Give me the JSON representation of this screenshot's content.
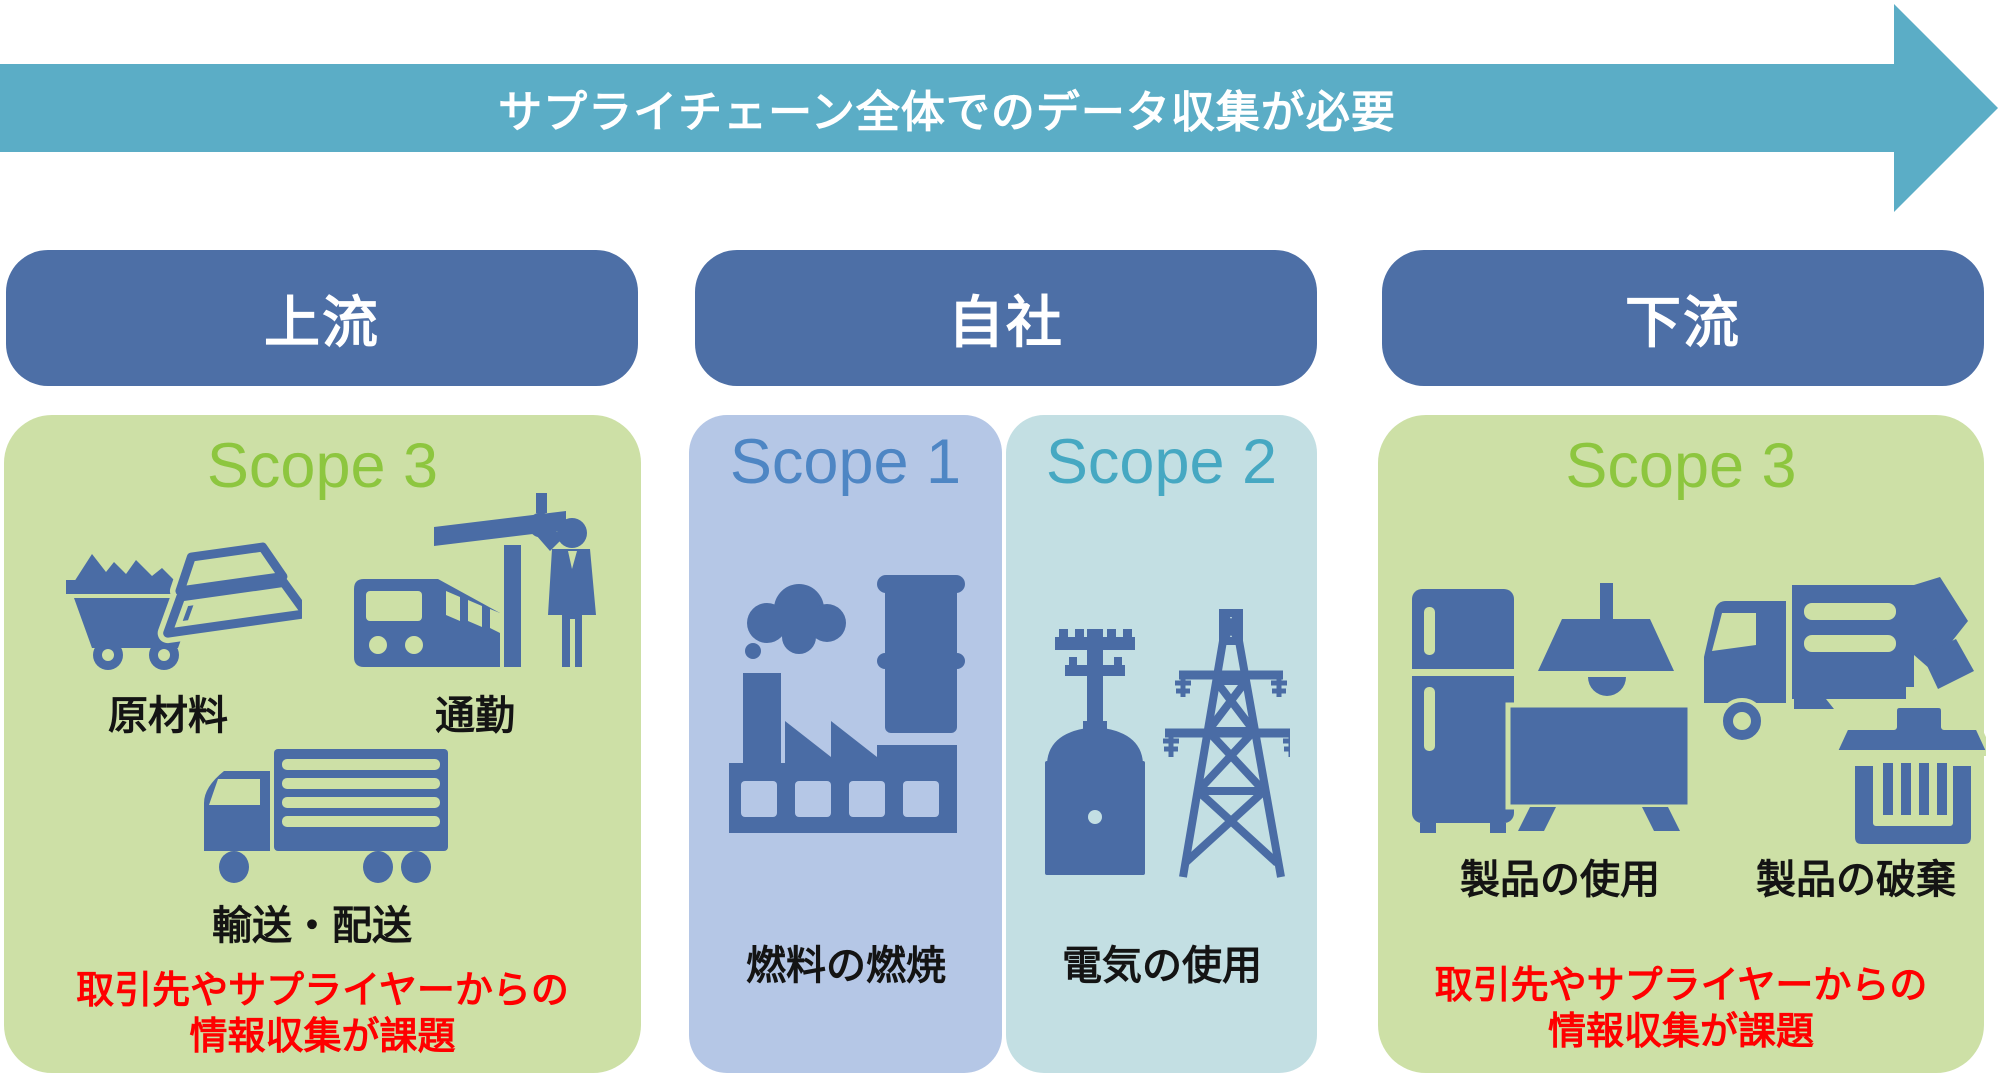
{
  "arrow": {
    "label": "サプライチェーン全体でのデータ収集が必要",
    "color": "#5badc6"
  },
  "headers": {
    "upstream": "上流",
    "company": "自社",
    "downstream": "下流",
    "color": "#4d6fa6"
  },
  "upstream": {
    "scope_title": "Scope 3",
    "scope_title_color": "#8dc63f",
    "background": "#cde0a6",
    "items": [
      {
        "label": "原材料",
        "icon": "mine-cart-ingots-icon"
      },
      {
        "label": "通勤",
        "icon": "bus-commuter-icon"
      },
      {
        "label": "輸送・配送",
        "icon": "cargo-truck-icon"
      }
    ],
    "note_line1": "取引先やサプライヤーからの",
    "note_line2": "情報収集が課題",
    "note_color": "#ff0000"
  },
  "company": {
    "scope1": {
      "title": "Scope 1",
      "title_color": "#4e86c4",
      "background": "#b5c7e6",
      "item": {
        "label": "燃料の燃焼",
        "icon": "factory-smoke-oil-drum-icon"
      }
    },
    "scope2": {
      "title": "Scope 2",
      "title_color": "#46a8c2",
      "background": "#c3dfe3",
      "item": {
        "label": "電気の使用",
        "icon": "power-pole-transmission-tower-icon"
      }
    }
  },
  "downstream": {
    "scope_title": "Scope 3",
    "scope_title_color": "#8dc63f",
    "background": "#cde0a6",
    "items": [
      {
        "label": "製品の使用",
        "icon": "fridge-lamp-tv-icon"
      },
      {
        "label": "製品の破棄",
        "icon": "garbage-truck-trash-bin-icon"
      }
    ],
    "note_line1": "取引先やサプライヤーからの",
    "note_line2": "情報収集が課題",
    "note_color": "#ff0000"
  },
  "colors": {
    "pictogram_blue": "#4a6ca5",
    "arrow_teal": "#5badc6",
    "header_blue": "#4d6fa6",
    "green_panel": "#cde0a6",
    "scope1_panel": "#b5c7e6",
    "scope2_panel": "#c3dfe3",
    "note_red": "#ff0000"
  }
}
